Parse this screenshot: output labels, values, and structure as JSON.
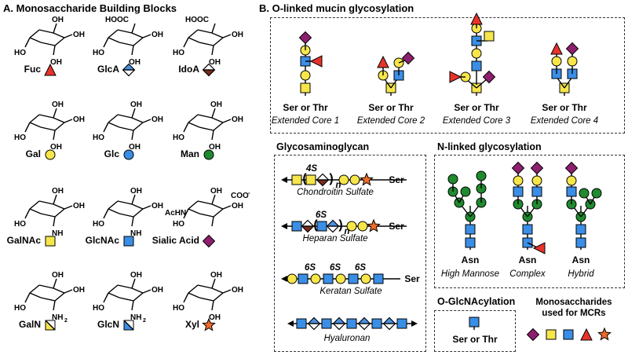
{
  "panelA": {
    "title": "A. Monosaccharide Building Blocks",
    "monos": [
      {
        "name": "Fuc",
        "symbol": "triangle",
        "color": "#e8332a"
      },
      {
        "name": "GlcA",
        "symbol": "diamond-split-top",
        "color": "#4a90e2"
      },
      {
        "name": "IdoA",
        "symbol": "diamond-split-bottom",
        "color": "#7a2b1c"
      },
      {
        "name": "Gal",
        "symbol": "circle",
        "color": "#f7e64a"
      },
      {
        "name": "Glc",
        "symbol": "circle",
        "color": "#3a8ee6"
      },
      {
        "name": "Man",
        "symbol": "circle",
        "color": "#1f8a2e"
      },
      {
        "name": "GalNAc",
        "symbol": "square",
        "color": "#f7e64a"
      },
      {
        "name": "GlcNAc",
        "symbol": "square",
        "color": "#3a8ee6"
      },
      {
        "name": "Sialic Acid",
        "symbol": "diamond",
        "color": "#8e1f6e"
      },
      {
        "name": "GalN",
        "symbol": "square-split",
        "color": "#f7e64a"
      },
      {
        "name": "GlcN",
        "symbol": "square-split",
        "color": "#3a8ee6"
      },
      {
        "name": "Xyl",
        "symbol": "star",
        "color": "#ef6a2a"
      }
    ],
    "struct_labels": {
      "oh": "OH",
      "ho": "HO",
      "hooc": "HOOC",
      "nh2": "NH",
      "nh2_sub": "2",
      "nh": "NH",
      "n": "N",
      "h": "H",
      "o": "O",
      "acnh": "AcHN",
      "coo": "COO",
      "minus": "-"
    }
  },
  "panelB": {
    "title": "B.  O-linked mucin glycosylation",
    "mucin": [
      {
        "residue": "Ser or Thr",
        "core": "Extended Core 1"
      },
      {
        "residue": "Ser or Thr",
        "core": "Extended Core 2"
      },
      {
        "residue": "Ser or Thr",
        "core": "Extended Core 3"
      },
      {
        "residue": "Ser or Thr",
        "core": "Extended Core 4"
      }
    ],
    "gag": {
      "title": "Glycosaminoglycan",
      "chains": [
        {
          "name": "Chondroitin Sulfate",
          "mod": "4S",
          "repeat": "n",
          "terminal": "Ser"
        },
        {
          "name": "Heparan Sulfate",
          "mod": "6S",
          "repeat": "n",
          "terminal": "Ser"
        },
        {
          "name": "Keratan Sulfate",
          "mods": [
            "6S",
            "6S",
            "6S"
          ],
          "terminal": "Ser"
        },
        {
          "name": "Hyaluronan"
        }
      ]
    },
    "nlinked": {
      "title": "N-linked glycosylation",
      "items": [
        {
          "residue": "Asn",
          "type": "High Mannose"
        },
        {
          "residue": "Asn",
          "type": "Complex"
        },
        {
          "residue": "Asn",
          "type": "Hybrid"
        }
      ]
    },
    "oglcnac": {
      "title": "O-GlcNAcylation",
      "residue": "Ser or Thr"
    },
    "mcr": {
      "title_line1": "Monosaccharides",
      "title_line2": "used for MCRs"
    }
  }
}
